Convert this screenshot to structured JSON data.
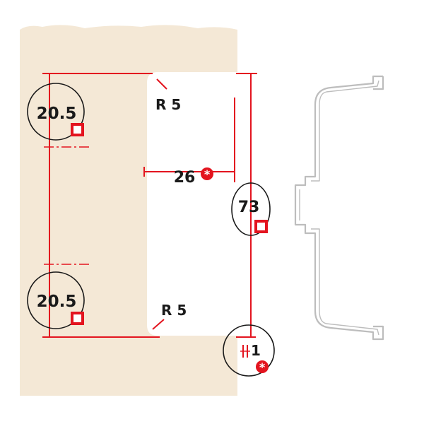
{
  "colors": {
    "panel": "#f4e8d6",
    "dimension": "#e3141f",
    "ink": "#1a1a1a",
    "profile": "#bdbdbd"
  },
  "labels": {
    "hole_top": "20.5",
    "hole_bottom": "20.5",
    "radius_top": "R 5",
    "radius_bottom": "R 5",
    "width": "26",
    "height": "73",
    "gap": "1"
  }
}
